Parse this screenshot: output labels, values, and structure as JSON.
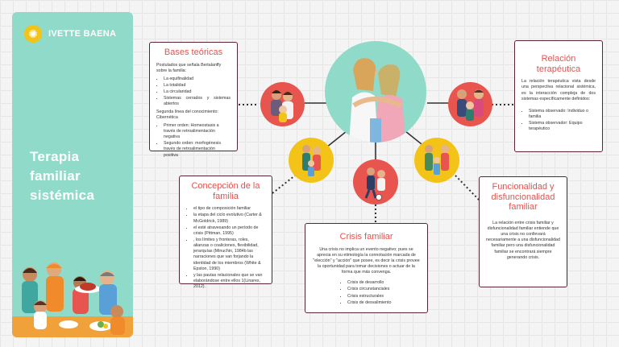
{
  "sidebar": {
    "brand": "IVETTE BAENA",
    "title": "Terapia familiar sistémica"
  },
  "bases": {
    "title": "Bases teóricas",
    "intro": "Postulados que señala Bertalanffy sobre la familia:",
    "items": [
      "La equifinalidad",
      "La totalidad",
      "La circularidad",
      "Sistemas cerrados y sistemas abiertos"
    ],
    "line2": "Segunda línea del conocimiento: Cibernética",
    "items2": [
      "Primer orden: Homeostasis a través de retroalimentación negativa",
      "Segundo orden: morfogénesis través de retroalimentación positiva"
    ]
  },
  "relacion": {
    "title": "Relación terapéutica",
    "text": "La relación terapéutica vista desde una perspectiva relacional sistémica, es la interacción compleja de dos sistemas específicamente definidos:",
    "items": [
      "Sistema observado: Individuo o familia",
      "Sistema observador: Equipo terapéutico"
    ]
  },
  "concepcion": {
    "title": "Concepción de la familia",
    "items": [
      "el tipo de composición familiar",
      "la etapa del ciclo evolutivo (Carter & McGoldrick, 1989)",
      "el esté atravesando un período de crisis (Pittman, 1995)",
      ", los límites y fronteras, roles, alianzas o coaliciones, flexibilidad, jerarquías (Minuchin, 1984b las narraciones que van forjando la identidad de los miembros (White & Epston, 1990)",
      "y las pautas relacionales que se van elaborándose entre ellos 1(Linares, 2012)."
    ]
  },
  "crisis": {
    "title": "Crisis familiar",
    "text": "Una crisis no implica un evento negativo; pues se aprecia en su etimología la connotación marcada de \"elección\" y \"acción\" que posee, es decir la crisis provee la oportunidad para tomar decisiones o actuar de la forma que más convenga.",
    "items": [
      "Crisis de desarrollo",
      "Crisis circunstanciales",
      "Crisis estructurales",
      "Crisis de desvalimiento"
    ]
  },
  "funcionalidad": {
    "title": "Funcionalidad y disfuncionalidad familiar",
    "text": "La relación entre crisis familiar y disfuncionalidad familiar entiende que una crisis no conllevará necesariamente a una disfuncionalidad familiar pero una disfuncionalidad familiar se encontrará siempre generando crisis."
  },
  "colors": {
    "panel": "#8fdac9",
    "hub": "#8fdac9",
    "red_circle": "#e8544e",
    "yellow_circle": "#f3c318",
    "card_border": "#5a2338",
    "title": "#e2524e"
  }
}
